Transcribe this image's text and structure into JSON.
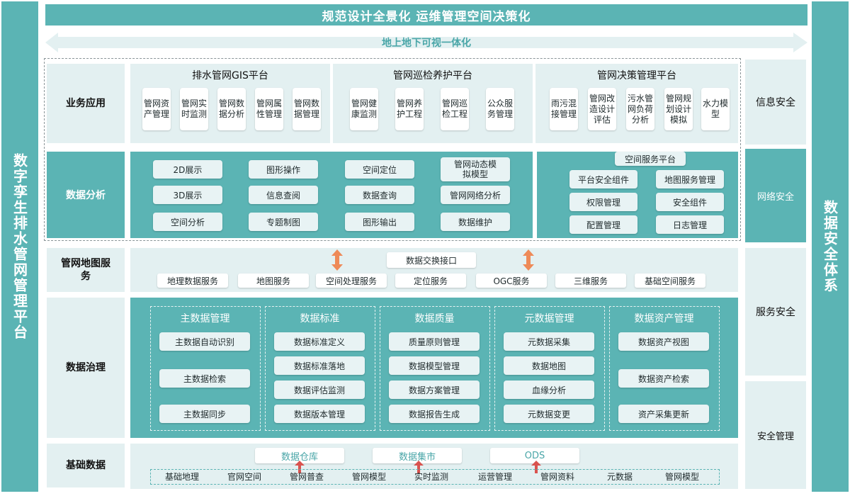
{
  "left_sidebar": {
    "title": "数字孪生排水管网管理平台"
  },
  "right_sidebar": {
    "title": "数据安全体系"
  },
  "top_banner": "规范设计全景化  运维管理空间决策化",
  "arrow_banner": "地上地下可视一体化",
  "business": {
    "label": "业务应用",
    "sections": [
      {
        "title": "排水管网GIS平台",
        "items": [
          "管网资产管理",
          "管网实时监测",
          "管网数据分析",
          "管网属性管理",
          "管网数据管理"
        ]
      },
      {
        "title": "管网巡检养护平台",
        "items": [
          "管网健康监测",
          "管网养护工程",
          "管网巡检工程",
          "公众服务管理"
        ]
      },
      {
        "title": "管网决策管理平台",
        "items": [
          "雨污混接管理",
          "管网改造设计评估",
          "污水管网负荷分析",
          "管网规划设计模拟",
          "水力模型"
        ]
      }
    ]
  },
  "analysis": {
    "label": "数据分析",
    "grid": [
      [
        "2D展示",
        "图形操作",
        "空间定位",
        "管网动态模拟模型"
      ],
      [
        "3D展示",
        "信息查阅",
        "数据查询",
        "管网网络分析"
      ],
      [
        "空间分析",
        "专题制图",
        "图形输出",
        "数据维护"
      ]
    ],
    "space_platform": {
      "title": "空间服务平台",
      "grid": [
        [
          "平台安全组件",
          "地图服务管理"
        ],
        [
          "权限管理",
          "安全组件"
        ],
        [
          "配置管理",
          "日志管理"
        ]
      ]
    }
  },
  "map_service": {
    "label": "管网地图服务",
    "interface": "数据交换接口",
    "items": [
      "地理数据服务",
      "地图服务",
      "空间处理服务",
      "定位服务",
      "OGC服务",
      "三维服务",
      "基础空间服务"
    ]
  },
  "governance": {
    "label": "数据治理",
    "groups": [
      {
        "title": "主数据管理",
        "items": [
          "主数据自动识别",
          "主数据检索",
          "主数据同步"
        ]
      },
      {
        "title": "数据标准",
        "items": [
          "数据标准定义",
          "数据标准落地",
          "数据评估监测",
          "数据版本管理"
        ]
      },
      {
        "title": "数据质量",
        "items": [
          "质量原则管理",
          "数据模型管理",
          "数据方案管理",
          "数据报告生成"
        ]
      },
      {
        "title": "元数据管理",
        "items": [
          "元数据采集",
          "数据地图",
          "血缘分析",
          "元数据变更"
        ]
      },
      {
        "title": "数据资产管理",
        "items": [
          "数据资产视图",
          "数据资产检索",
          "资产采集更新"
        ]
      }
    ]
  },
  "base_data": {
    "label": "基础数据",
    "stores": [
      "数据仓库",
      "数据集市",
      "ODS"
    ],
    "items": [
      "基础地理",
      "官网空间",
      "管网普查",
      "管网模型",
      "实时监测",
      "运营管理",
      "管网资料",
      "元数据",
      "管网模型"
    ]
  },
  "security": {
    "items": [
      "信息安全",
      "网络安全",
      "服务安全",
      "安全管理"
    ]
  },
  "colors": {
    "teal": "#5bb4b4",
    "pale": "#e3f0f1",
    "arrow_orange": "#ee8a58",
    "arrow_red": "#d9534f"
  }
}
